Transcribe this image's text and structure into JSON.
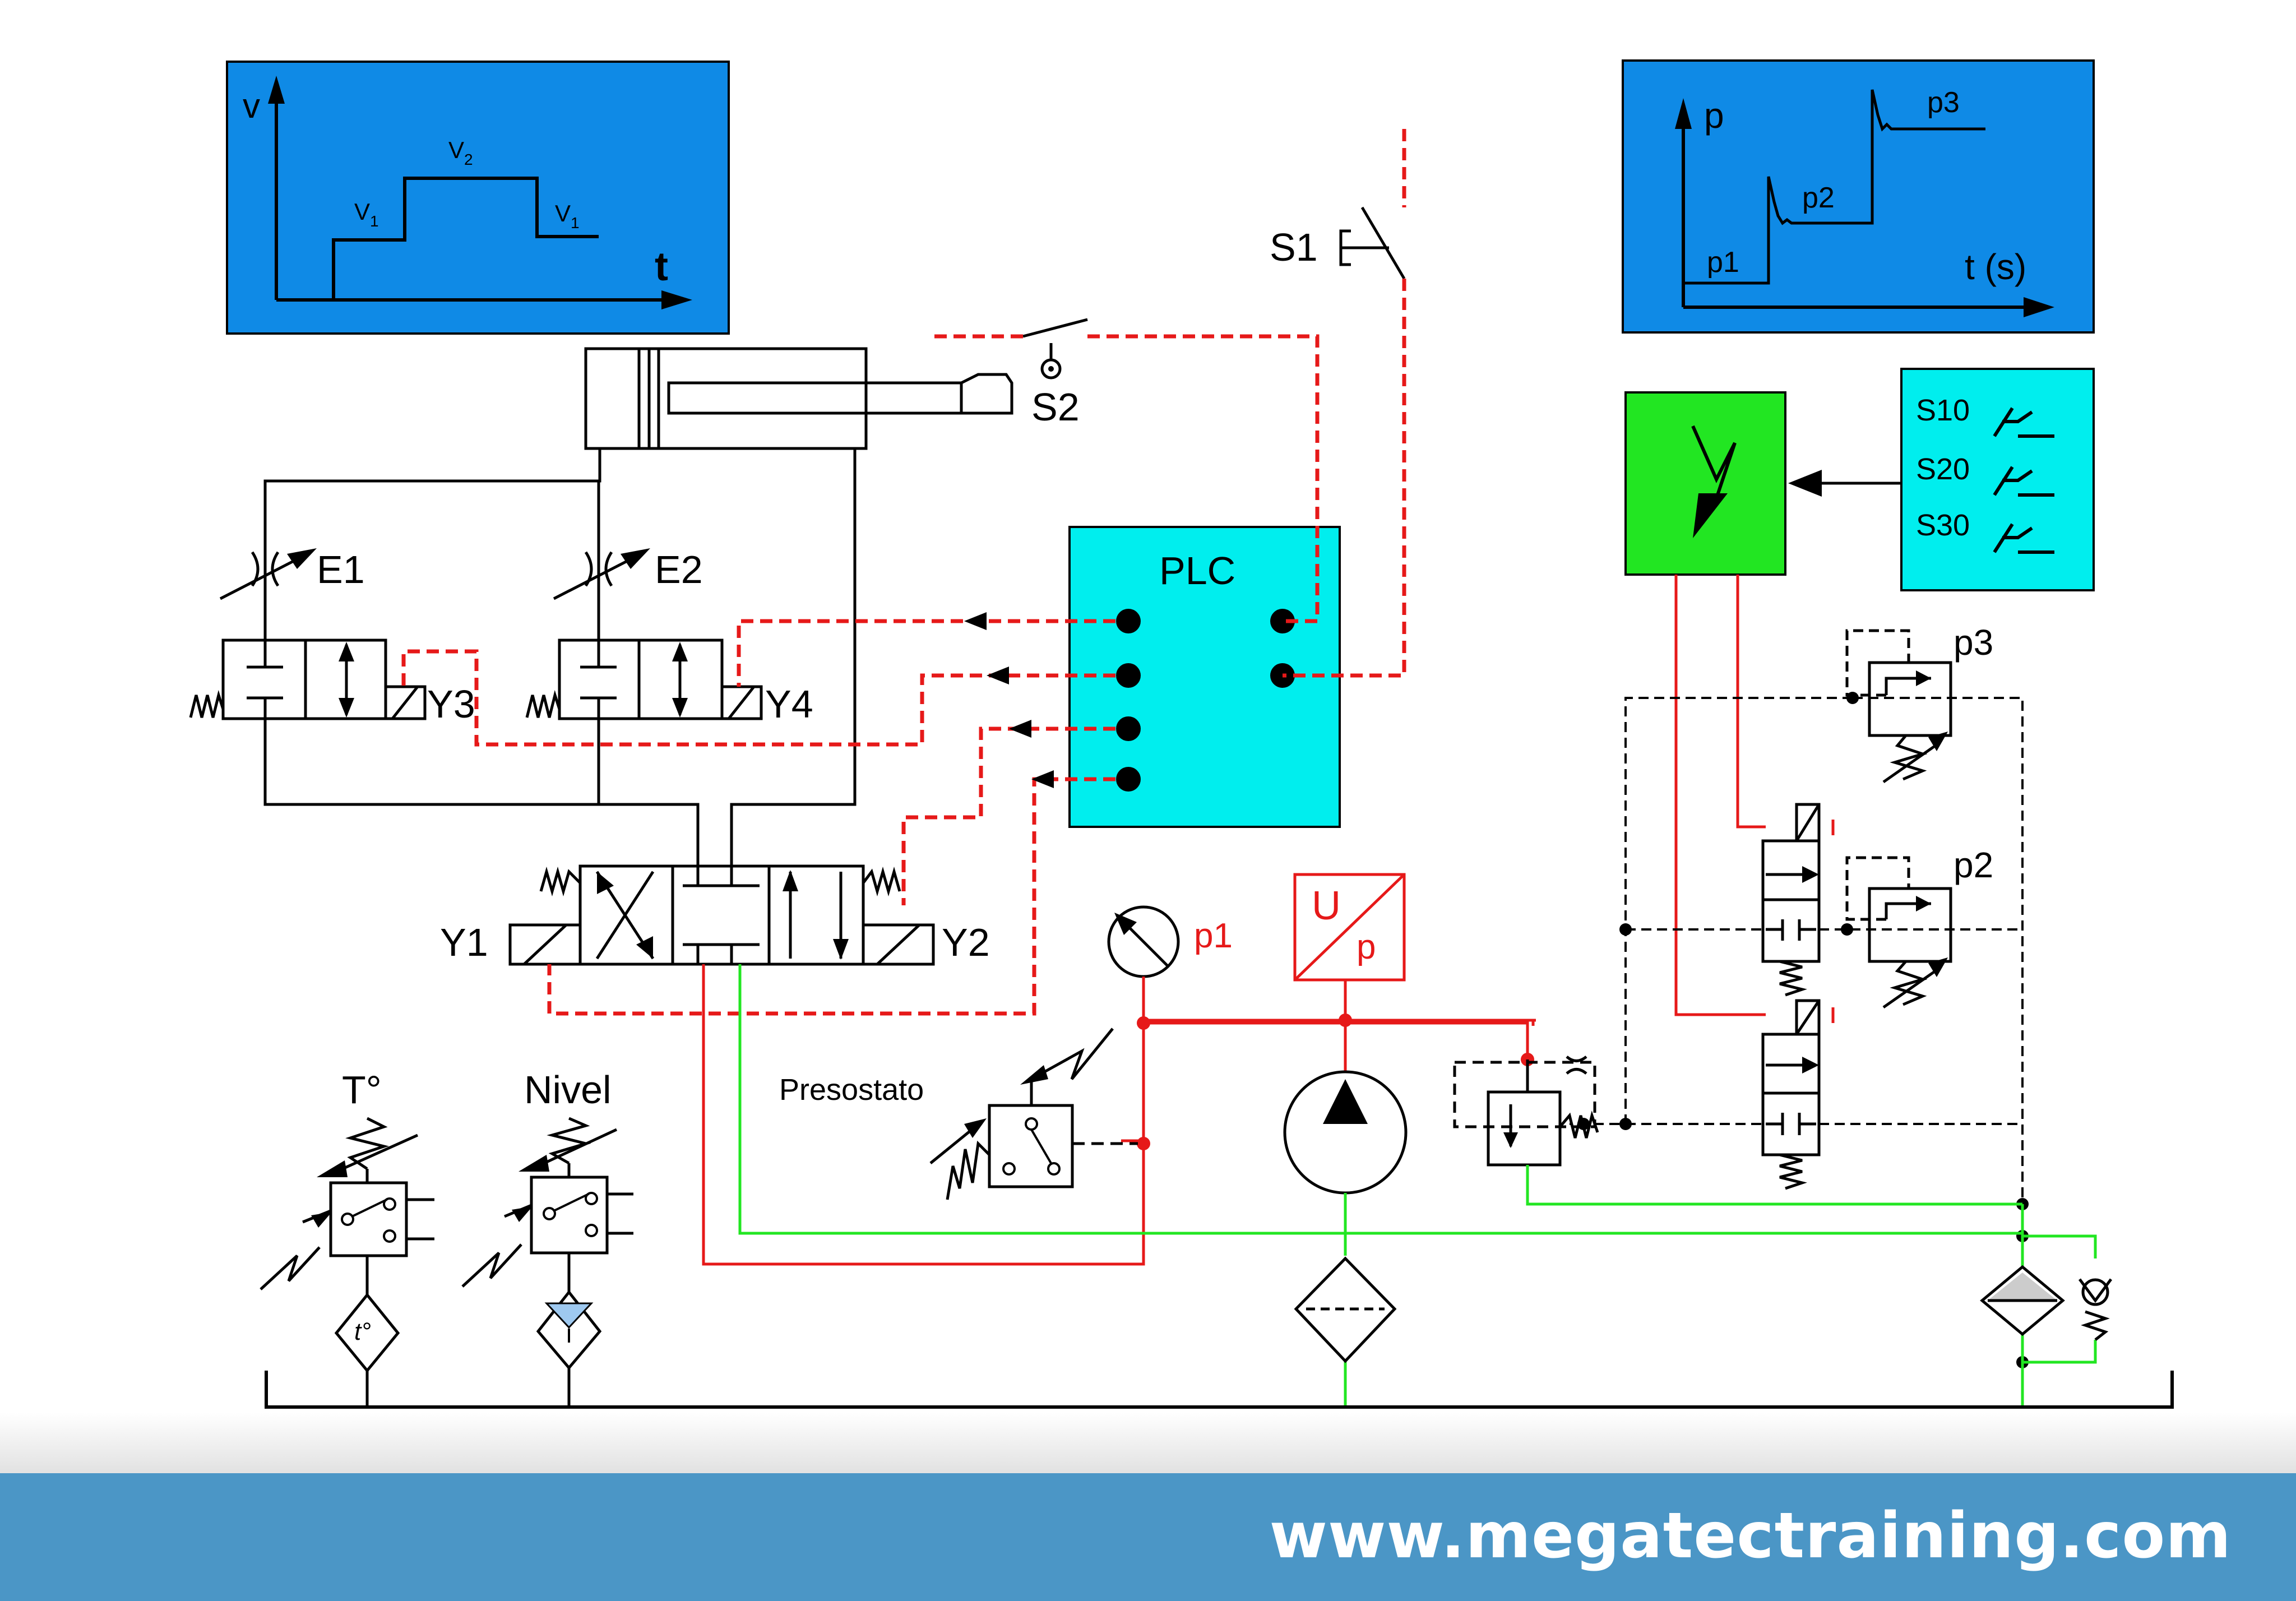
{
  "colors": {
    "panel_blue": "#0f8ae6",
    "plc_cyan": "#00eeee",
    "power_green": "#22e622",
    "electric_red": "#e61919",
    "return_green": "#22e622",
    "footer_blue": "#4b96c6"
  },
  "speed_chart": {
    "y_label": "v",
    "x_label": "t",
    "v1_left": "V",
    "v1_left_sub": "1",
    "v2": "V",
    "v2_sub": "2",
    "v1_right": "V",
    "v1_right_sub": "1"
  },
  "pressure_chart": {
    "y_label": "p",
    "x_label": "t (s)",
    "p1": "p1",
    "p2": "p2",
    "p3": "p3"
  },
  "labels": {
    "S1": "S1",
    "S2": "S2",
    "E1": "E1",
    "E2": "E2",
    "Y1": "Y1",
    "Y2": "Y2",
    "Y3": "Y3",
    "Y4": "Y4",
    "PLC": "PLC",
    "p1_gauge": "p1",
    "up_U": "U",
    "up_p": "p",
    "presostato": "Presostato",
    "temp": "T°",
    "temp_symbol": "t°",
    "nivel": "Nivel",
    "p2": "p2",
    "p3": "p3"
  },
  "selector_panel": {
    "switches": [
      "S10",
      "S20",
      "S30"
    ]
  },
  "footer": {
    "url": "www.megatectraining.com"
  }
}
